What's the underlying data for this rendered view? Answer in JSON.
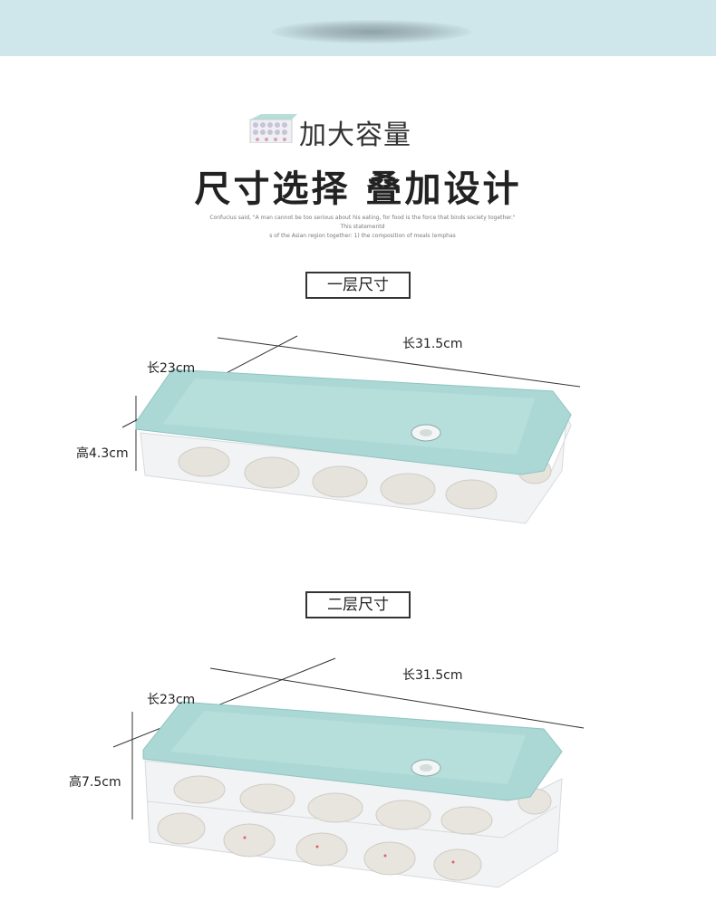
{
  "header": {
    "subtitle": "加大容量",
    "title": "尺寸选择  叠加设计",
    "quote_line1": "Confucius said, \"A man cannot be too serious about his eating, for food is the force that binds society together.\" This statementd",
    "quote_line2": "s of the Asian region together: 1) the composition of meals (emphas"
  },
  "sections": [
    {
      "label": "一层尺寸",
      "length": "长31.5cm",
      "width": "长23cm",
      "height": "高4.3cm"
    },
    {
      "label": "二层尺寸",
      "length": "长31.5cm",
      "width": "长23cm",
      "height": "高7.5cm"
    }
  ],
  "colors": {
    "banner": "#cfe6ea",
    "lid": "#a9d8d6",
    "text": "#222222"
  }
}
